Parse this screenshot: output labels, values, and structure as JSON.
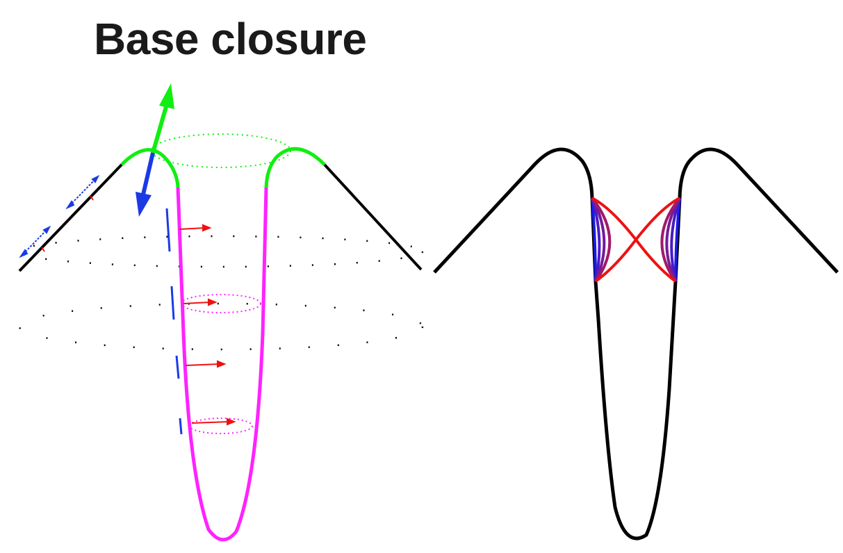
{
  "title": "Base closure",
  "colors": {
    "profile": "#000000",
    "rim": "#11ee11",
    "tube": "#ff22ff",
    "force_arrow": "#ee1111",
    "normal_arrow_up": "#11ee11",
    "normal_arrow_down": "#1a3ae6",
    "small_tangent": "#1a3ae6",
    "closure_start": "#1a1ae6",
    "closure_end": "#ee1111"
  },
  "diagram": {
    "left_panel": {
      "description_items": [
        "cone-profile",
        "rim-arcs",
        "invagination-tube",
        "dotted-rings",
        "force-arrows",
        "normal-arrows"
      ]
    },
    "right_panel": {
      "closure_stages": 5
    }
  }
}
